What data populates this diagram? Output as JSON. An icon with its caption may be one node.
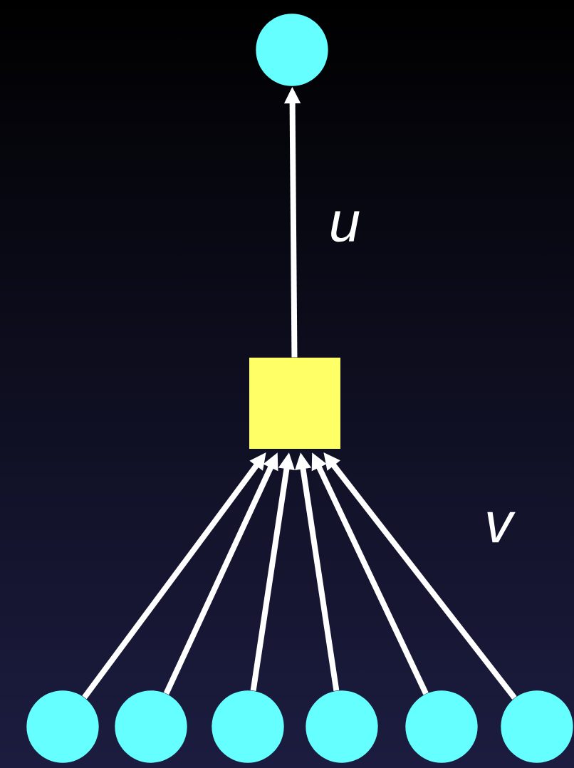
{
  "diagram": {
    "nodes": [
      {
        "text": [],
        "shape": "circle"
      },
      {
        "text": [],
        "shape": "circle"
      },
      {
        "text": [],
        "shape": "circle"
      },
      {
        "text": [],
        "shape": "circle"
      },
      {
        "text": [],
        "shape": "circle"
      },
      {
        "text": [],
        "shape": "circle"
      },
      {
        "text": [],
        "shape": "box"
      },
      {
        "text": [],
        "shape": "circle"
      }
    ],
    "edges": [
      {
        "from": 0,
        "to": 6,
        "arrow": "to"
      },
      {
        "from": 1,
        "to": 6,
        "arrow": "to"
      },
      {
        "from": 2,
        "to": 6,
        "arrow": "to"
      },
      {
        "from": 3,
        "to": 6,
        "arrow": "to"
      },
      {
        "from": 4,
        "to": 6,
        "arrow": "to"
      },
      {
        "from": 5,
        "to": 6,
        "arrow": "to"
      },
      {
        "from": 6,
        "to": 7,
        "arrow": "to",
        "label": "u"
      }
    ],
    "labels": [
      "v"
    ]
  }
}
